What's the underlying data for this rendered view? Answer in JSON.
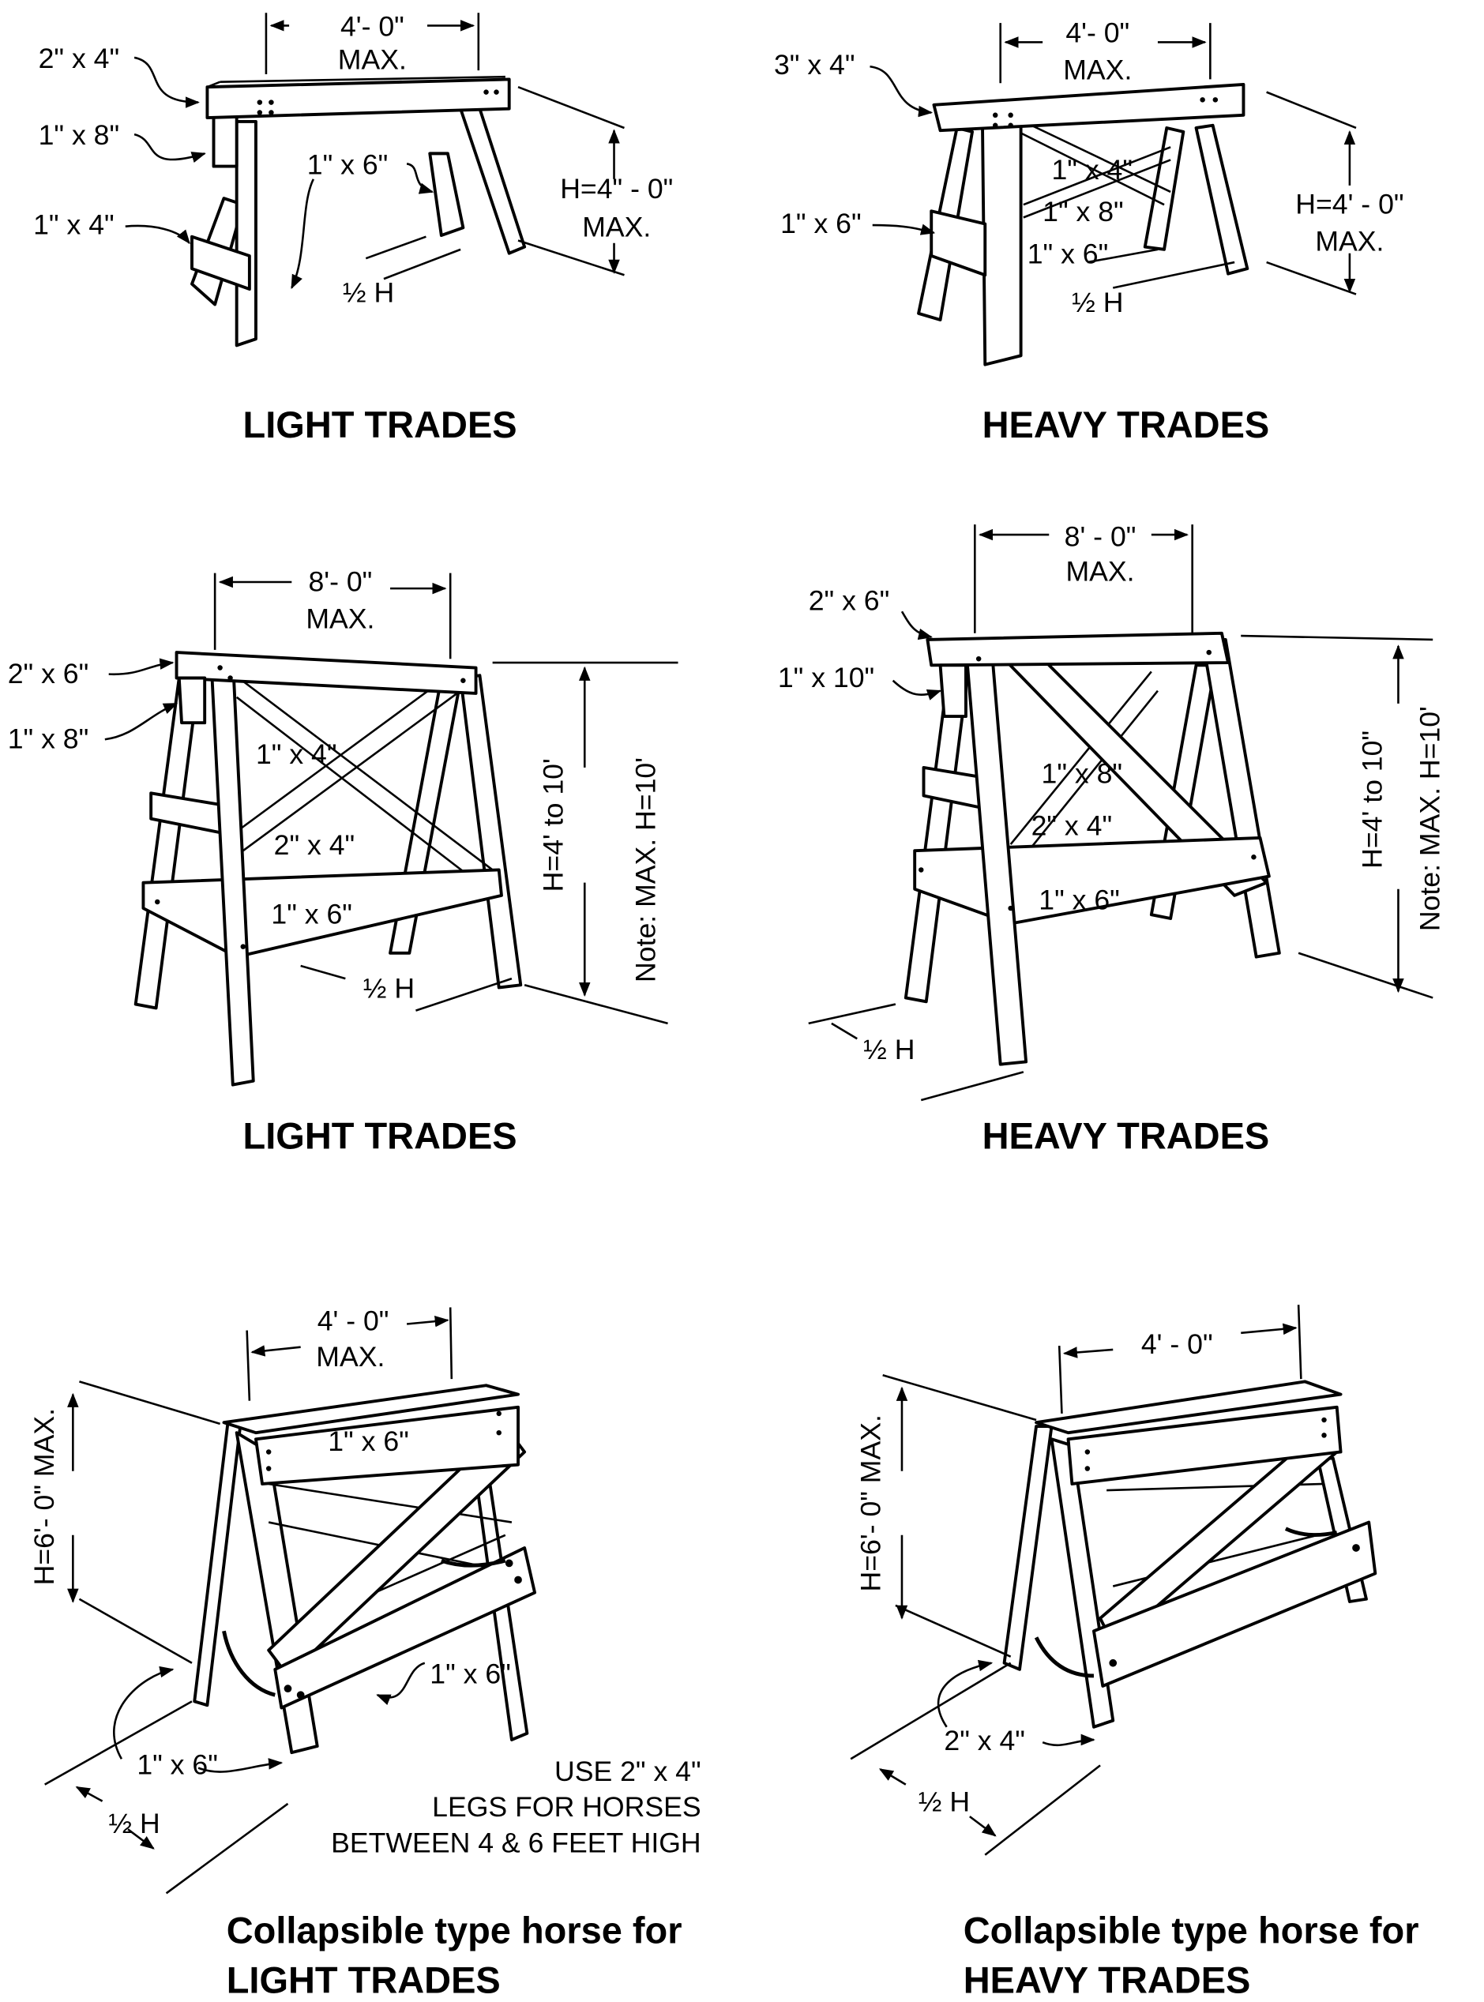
{
  "figures": [
    {
      "title": "LIGHT TRADES",
      "width_dim": [
        "4'- 0\"",
        "MAX."
      ],
      "height_dim": [
        "H=4\" - 0\"",
        "MAX."
      ],
      "spread_dim": "½ H",
      "callouts": [
        "2\" x 4\"",
        "1\" x 8\"",
        "1\" x 6\"",
        "1\" x 4\""
      ]
    },
    {
      "title": "HEAVY TRADES",
      "width_dim": [
        "4'- 0\"",
        "MAX."
      ],
      "height_dim": [
        "H=4' - 0\"",
        "MAX."
      ],
      "spread_dim": "½ H",
      "callouts": [
        "3\" x 4\"",
        "1\" x 4\"",
        "1\" x 8\"",
        "1\" x 6\"",
        "1\" x 6\""
      ]
    },
    {
      "title": "LIGHT TRADES",
      "width_dim": [
        "8'- 0\"",
        "MAX."
      ],
      "height_dim": "H=4' to 10'",
      "note": "Note: MAX. H=10'",
      "spread_dim": "½ H",
      "callouts": [
        "2\" x 6\"",
        "1\" x 8\"",
        "1\" x 4\"",
        "2\" x 4\"",
        "1\" x 6\""
      ]
    },
    {
      "title": "HEAVY TRADES",
      "width_dim": [
        "8' - 0\"",
        "MAX."
      ],
      "height_dim": "H=4' to 10\"",
      "note": "Note: MAX. H=10'",
      "spread_dim": "½ H",
      "callouts": [
        "2\" x 6\"",
        "1\" x 10\"",
        "1\" x 8\"",
        "2\" x 4\"",
        "1\" x 6\""
      ]
    },
    {
      "title": [
        "Collapsible type horse for",
        "LIGHT TRADES"
      ],
      "width_dim": [
        "4' - 0\"",
        "MAX."
      ],
      "height_dim": "H=6'- 0\" MAX.",
      "spread_dim": "½ H",
      "callouts": [
        "1\" x 6\"",
        "1\" x 6\"",
        "1\" x 6\""
      ],
      "note": [
        "USE 2\" x 4\"",
        "LEGS FOR HORSES",
        "BETWEEN 4 & 6 FEET HIGH"
      ]
    },
    {
      "title": [
        "Collapsible type horse for",
        "HEAVY TRADES"
      ],
      "width_dim": "4' - 0\"",
      "height_dim": "H=6'- 0\" MAX.",
      "spread_dim": "½ H",
      "callouts": [
        "2\" x 4\""
      ]
    }
  ]
}
